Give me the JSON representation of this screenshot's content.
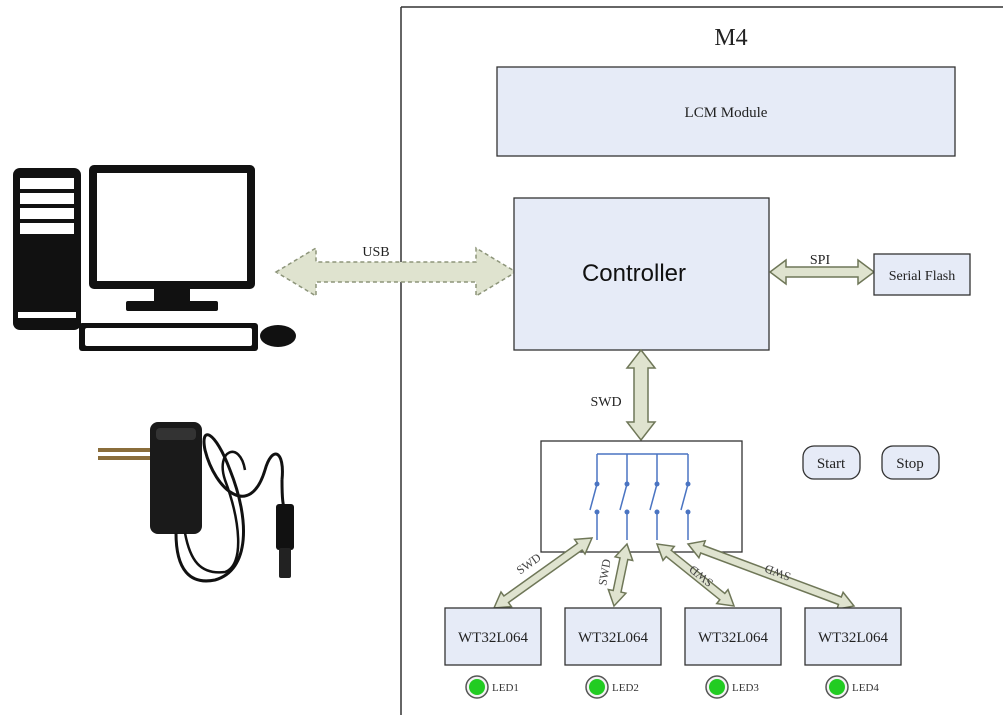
{
  "m4": {
    "title": "M4"
  },
  "lcm": {
    "label": "LCM Module"
  },
  "controller": {
    "label": "Controller"
  },
  "flash": {
    "label": "Serial Flash"
  },
  "links": {
    "usb": "USB",
    "spi": "SPI",
    "swd": "SWD"
  },
  "buttons": {
    "start": "Start",
    "stop": "Stop"
  },
  "targets": [
    {
      "label": "WT32L064",
      "swd": "SWD",
      "led": "LED1"
    },
    {
      "label": "WT32L064",
      "swd": "SWD",
      "led": "LED2"
    },
    {
      "label": "WT32L064",
      "swd": "SWD",
      "led": "LED3"
    },
    {
      "label": "WT32L064",
      "swd": "SWD",
      "led": "LED4"
    }
  ],
  "colors": {
    "box_fill": "#e6ebf7",
    "arrow_fill": "#dfe3cf",
    "arrow_stroke": "#6f7758",
    "switch": "#4a74c2",
    "led": "#22cc22"
  },
  "icons": [
    "desktop-computer-icon",
    "power-adapter-icon"
  ]
}
